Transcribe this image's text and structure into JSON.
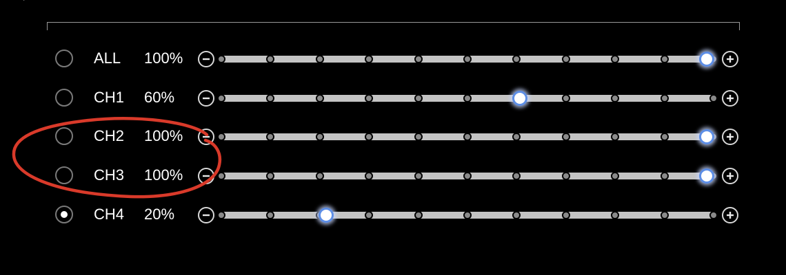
{
  "header": {
    "back_icon": "back-arrow-icon"
  },
  "channels": [
    {
      "id": "all",
      "label": "ALL",
      "percent": "100%",
      "level": 1.0,
      "selected": false
    },
    {
      "id": "ch1",
      "label": "CH1",
      "percent": "60%",
      "level": 0.6,
      "selected": false
    },
    {
      "id": "ch2",
      "label": "CH2",
      "percent": "100%",
      "level": 1.0,
      "selected": false
    },
    {
      "id": "ch3",
      "label": "CH3",
      "percent": "100%",
      "level": 1.0,
      "selected": false
    },
    {
      "id": "ch4",
      "label": "CH4",
      "percent": "20%",
      "level": 0.2,
      "selected": true
    }
  ],
  "slider": {
    "steps": 10,
    "minus_icon": "minus-icon",
    "plus_icon": "plus-icon"
  },
  "annotation": {
    "type": "hand-drawn red circle around CH2 and CH3",
    "color": "#d93a2a"
  },
  "colors": {
    "background": "#000000",
    "thumb_ring": "#5d8ee6",
    "track": "#c4c4c4"
  }
}
